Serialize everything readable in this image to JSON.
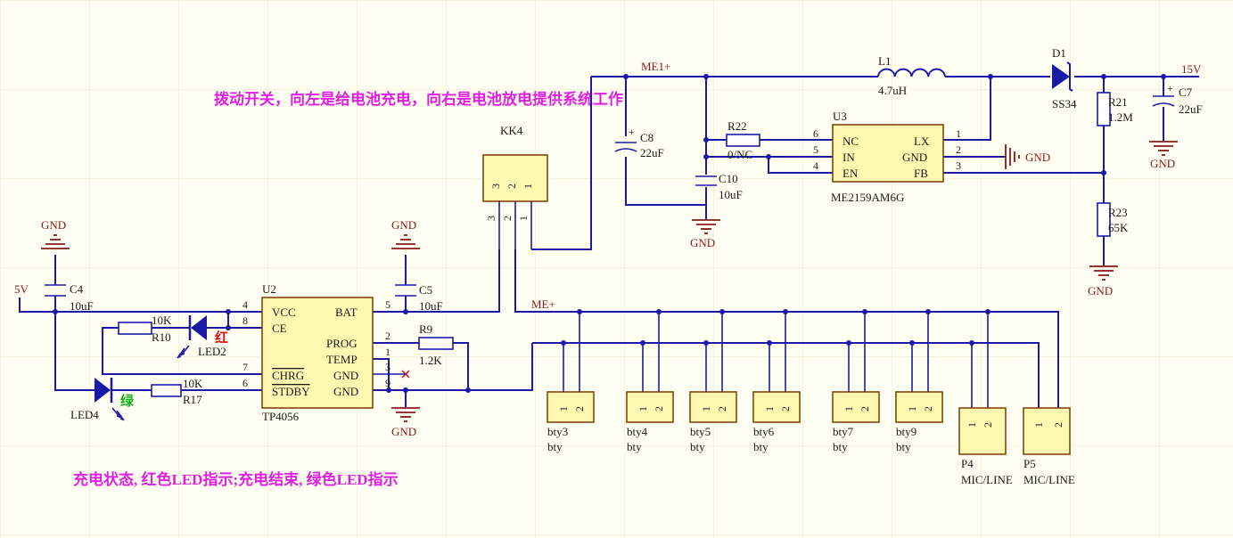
{
  "notes": {
    "switch_note": "拨动开关，向左是给电池充电，向右是电池放电提供系统工作",
    "led_note": "充电状态, 红色LED指示;充电结束, 绿色LED指示"
  },
  "nets": {
    "me1": "ME1+",
    "me": "ME+",
    "v15": "15V",
    "v5": "5V",
    "gnd": "GND"
  },
  "colors": {
    "wire": "#1a1aa6",
    "body_fill": "#fff8b0",
    "body_border": "#7a3a00",
    "gnd": "#8a1a1a",
    "note": "#e020e0"
  },
  "u2": {
    "ref": "U2",
    "part": "TP4056",
    "pins_left": [
      {
        "name": "VCC",
        "num": "4"
      },
      {
        "name": "CE",
        "num": "8"
      },
      {
        "name": "CHRG",
        "num": "7"
      },
      {
        "name": "STDBY",
        "num": "6"
      }
    ],
    "pins_right": [
      {
        "name": "BAT",
        "num": "5"
      },
      {
        "name": "PROG",
        "num": "2"
      },
      {
        "name": "TEMP",
        "num": "1"
      },
      {
        "name": "GND",
        "num": "3"
      },
      {
        "name": "GND",
        "num": "9"
      }
    ]
  },
  "u3": {
    "ref": "U3",
    "part": "ME2159AM6G",
    "pins_left": [
      {
        "name": "NC",
        "num": "6"
      },
      {
        "name": "IN",
        "num": "5"
      },
      {
        "name": "EN",
        "num": "4"
      }
    ],
    "pins_right": [
      {
        "name": "LX",
        "num": "1"
      },
      {
        "name": "GND",
        "num": "2"
      },
      {
        "name": "FB",
        "num": "3"
      }
    ]
  },
  "kk4": {
    "ref": "KK4",
    "pins": [
      "3",
      "2",
      "1"
    ]
  },
  "components": {
    "c4": {
      "ref": "C4",
      "val": "10uF"
    },
    "c5": {
      "ref": "C5",
      "val": "10uF"
    },
    "c7": {
      "ref": "C7",
      "val": "22uF"
    },
    "c8": {
      "ref": "C8",
      "val": "22uF"
    },
    "c10": {
      "ref": "C10",
      "val": "10uF"
    },
    "r9": {
      "ref": "R9",
      "val": "1.2K"
    },
    "r10": {
      "ref": "R10",
      "val": "10K"
    },
    "r17": {
      "ref": "R17",
      "val": "10K"
    },
    "r21": {
      "ref": "R21",
      "val": "1.2M"
    },
    "r22": {
      "ref": "R22",
      "val": "0/NC"
    },
    "r23": {
      "ref": "R23",
      "val": "65K"
    },
    "l1": {
      "ref": "L1",
      "val": "4.7uH"
    },
    "d1": {
      "ref": "D1",
      "val": "SS34"
    },
    "led2": {
      "ref": "LED2",
      "color_label": "红"
    },
    "led4": {
      "ref": "LED4",
      "color_label": "绿"
    }
  },
  "connectors": [
    {
      "ref": "bty3",
      "val": "bty"
    },
    {
      "ref": "bty4",
      "val": "bty"
    },
    {
      "ref": "bty5",
      "val": "bty"
    },
    {
      "ref": "bty6",
      "val": "bty"
    },
    {
      "ref": "bty7",
      "val": "bty"
    },
    {
      "ref": "bty9",
      "val": "bty"
    },
    {
      "ref": "P4",
      "val": "MIC/LINE"
    },
    {
      "ref": "P5",
      "val": "MIC/LINE"
    }
  ],
  "connector_pins": [
    "1",
    "2"
  ]
}
